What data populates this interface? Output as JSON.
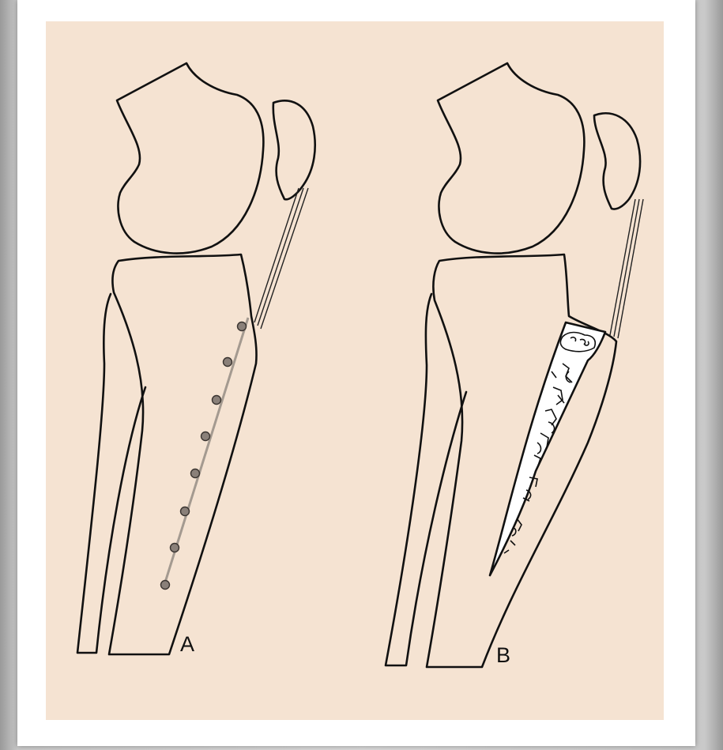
{
  "figure": {
    "panels": [
      {
        "id": "A",
        "label": "A"
      },
      {
        "id": "B",
        "label": "B"
      }
    ]
  }
}
